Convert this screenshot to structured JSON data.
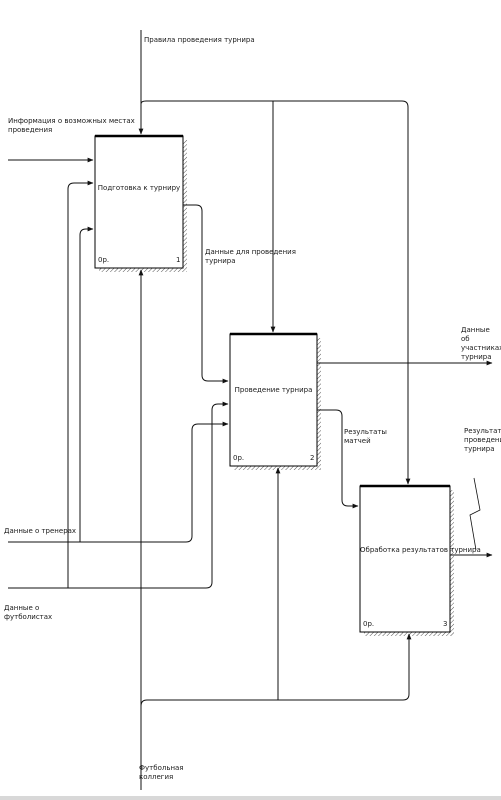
{
  "diagram": {
    "boxes": [
      {
        "id": "A1",
        "label": "Подготовка к турниру",
        "num": "1",
        "tag": "0р."
      },
      {
        "id": "A2",
        "label": "Проведение турнира",
        "num": "2",
        "tag": "0р."
      },
      {
        "id": "A3",
        "label": "Обработка результатов турнира",
        "num": "3",
        "tag": "0р."
      }
    ],
    "labels": {
      "control_rules": "Правила проведения турнира",
      "input_places": "Информация о возможных местах\nпроведения",
      "out_tournament_data": "Данные для проведения\nтурнира",
      "out_participants": "Данные\nоб\nучастниках\nтурнира",
      "out_match_results": "Результаты\nматчей",
      "out_tournament_results": "Результаты\nпроведения\nтурнира",
      "input_coaches": "Данные о тренерах",
      "input_players": "Данные о\nфутболистах",
      "mechanism_collegium": "Футбольная\nколлегия"
    }
  }
}
